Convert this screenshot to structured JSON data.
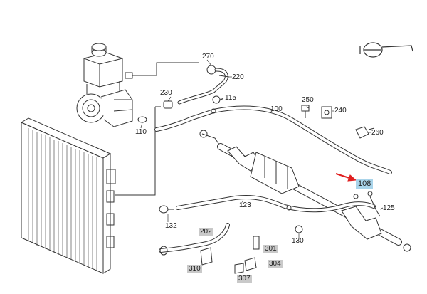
{
  "colors": {
    "line": "#333333",
    "highlight": "#a9d4ea",
    "tag_box": "#c9c9c9",
    "arrow": "#e02020"
  },
  "part_labels": [
    {
      "id": "270",
      "text": "270",
      "style": "plain"
    },
    {
      "id": "220",
      "text": "220",
      "style": "plain"
    },
    {
      "id": "230",
      "text": "230",
      "style": "plain"
    },
    {
      "id": "115",
      "text": "115",
      "style": "plain"
    },
    {
      "id": "110",
      "text": "110",
      "style": "plain"
    },
    {
      "id": "100",
      "text": "100",
      "style": "plain"
    },
    {
      "id": "250",
      "text": "250",
      "style": "plain"
    },
    {
      "id": "240",
      "text": "240",
      "style": "plain"
    },
    {
      "id": "260",
      "text": "260",
      "style": "plain"
    },
    {
      "id": "108",
      "text": "108",
      "style": "highlight"
    },
    {
      "id": "125",
      "text": "125",
      "style": "plain"
    },
    {
      "id": "123",
      "text": "123",
      "style": "plain"
    },
    {
      "id": "132",
      "text": "132",
      "style": "plain"
    },
    {
      "id": "130",
      "text": "130",
      "style": "plain"
    },
    {
      "id": "202",
      "text": "202",
      "style": "boxed"
    },
    {
      "id": "301",
      "text": "301",
      "style": "boxed"
    },
    {
      "id": "304",
      "text": "304",
      "style": "boxed"
    },
    {
      "id": "310",
      "text": "310",
      "style": "boxed"
    },
    {
      "id": "307",
      "text": "307",
      "style": "boxed"
    }
  ]
}
